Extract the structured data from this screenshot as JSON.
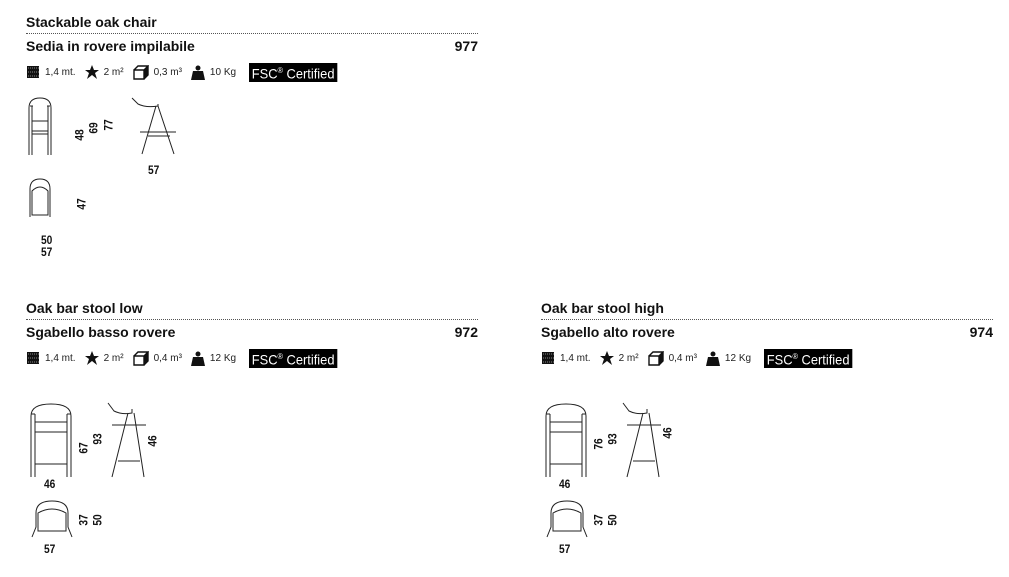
{
  "products": [
    {
      "title_en": "Stackable oak chair",
      "title_it": "Sedia in rovere impilabile",
      "code": "977",
      "specs": {
        "length": "1,4 mt.",
        "area": "2 m²",
        "volume": "0,3 m³",
        "weight": "10 Kg",
        "cert": "FSC",
        "cert_mark": "®",
        "cert_word": "Certified"
      },
      "dims": {
        "seat_h": "48",
        "arm_h": "69",
        "height": "77",
        "depth": "57",
        "top_depth": "47",
        "width_inner": "50",
        "width": "57"
      }
    },
    {
      "title_en": "Oak bar stool low",
      "title_it": "Sgabello basso rovere",
      "code": "972",
      "specs": {
        "length": "1,4 mt.",
        "area": "2 m²",
        "volume": "0,4 m³",
        "weight": "12 Kg",
        "cert": "FSC",
        "cert_mark": "®",
        "cert_word": "Certified"
      },
      "dims": {
        "seat_h": "67",
        "height": "93",
        "back_h": "46",
        "width": "46",
        "top_depth": "37",
        "depth": "50",
        "top_width": "57"
      }
    },
    {
      "title_en": "Oak bar stool high",
      "title_it": "Sgabello alto rovere",
      "code": "974",
      "specs": {
        "length": "1,4 mt.",
        "area": "2 m²",
        "volume": "0,4 m³",
        "weight": "12 Kg",
        "cert": "FSC",
        "cert_mark": "®",
        "cert_word": "Certified"
      },
      "dims": {
        "seat_h": "76",
        "height": "93",
        "back_h": "46",
        "width": "46",
        "top_depth": "37",
        "depth": "50",
        "top_width": "57"
      }
    }
  ]
}
